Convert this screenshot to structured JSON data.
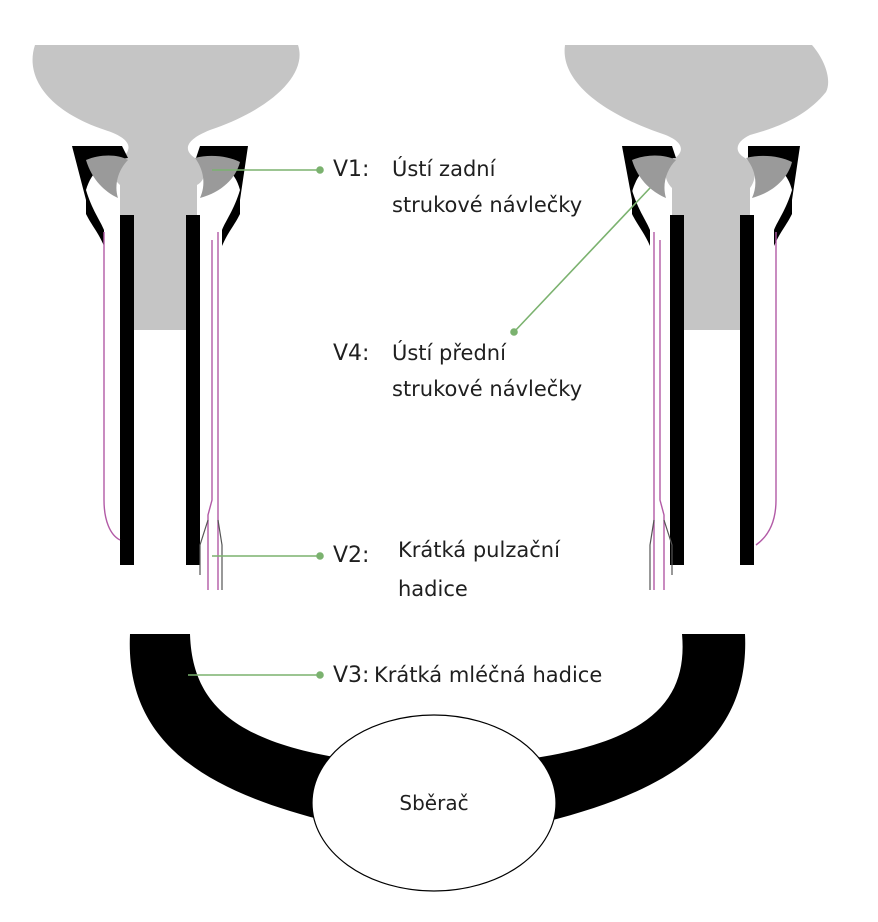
{
  "labels": {
    "v1": {
      "code": "V1:",
      "line1": "Ústí zadní",
      "line2": "strukové návlečky"
    },
    "v4": {
      "code": "V4:",
      "line1": "Ústí přední",
      "line2": "strukové návlečky"
    },
    "v2": {
      "code": "V2:",
      "line1": "Krátká pulzační",
      "line2": "hadice"
    },
    "v3": {
      "code": "V3:",
      "line1": "Krátká mléčná hadice"
    }
  },
  "collector": {
    "label": "Sběrač"
  },
  "colors": {
    "teat": "#c5c5c5",
    "ring_gray": "#9a9a9a",
    "rubber": "#000000",
    "pulsation_line": "#b25aa6",
    "leader_line": "#7bb26f",
    "collector_fill": "#ffffff"
  }
}
